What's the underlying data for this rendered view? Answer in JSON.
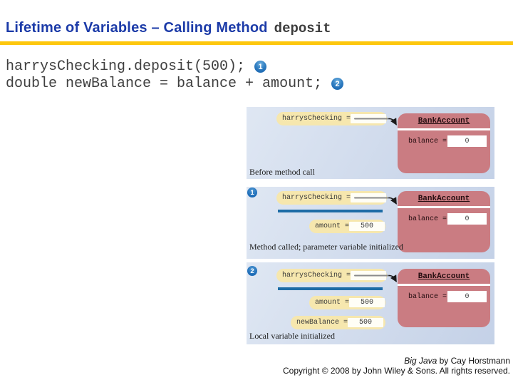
{
  "title": {
    "main": "Lifetime of Variables – Calling Method",
    "code": "deposit"
  },
  "code": {
    "line1": "harrysChecking.deposit(500);",
    "line1_badge": "1",
    "line2": "double newBalance = balance + amount;",
    "line2_badge": "2"
  },
  "diagram": {
    "object_ref_label": "harrysChecking =",
    "class_box": {
      "title": "BankAccount",
      "field_label": "balance =",
      "field_value": "0"
    },
    "panels": [
      {
        "badge": "",
        "caption": "Before method call"
      },
      {
        "badge": "1",
        "caption": "Method called; parameter variable initialized",
        "vars": [
          {
            "label": "amount =",
            "value": "500"
          }
        ]
      },
      {
        "badge": "2",
        "caption": "Local variable initialized",
        "vars": [
          {
            "label": "amount =",
            "value": "500"
          },
          {
            "label": "newBalance =",
            "value": "500"
          }
        ]
      }
    ]
  },
  "footer": {
    "book_title": "Big Java",
    "book_rest": " by Cay Horstmann",
    "copyright": "Copyright © 2008 by John Wiley & Sons.  All rights reserved."
  },
  "colors": {
    "title_blue": "#1c3ba8",
    "rule_gold": "#fdc70e",
    "code_gray": "#3f3f3f",
    "badge_blue": "#1e6fbe",
    "panel_blue_light": "#dfe7f3",
    "panel_blue_dark": "#c4d1e7",
    "pill_yellow": "#f6e7ae",
    "class_pink": "#ca7c82",
    "frame_line_blue": "#1d6ca6"
  }
}
